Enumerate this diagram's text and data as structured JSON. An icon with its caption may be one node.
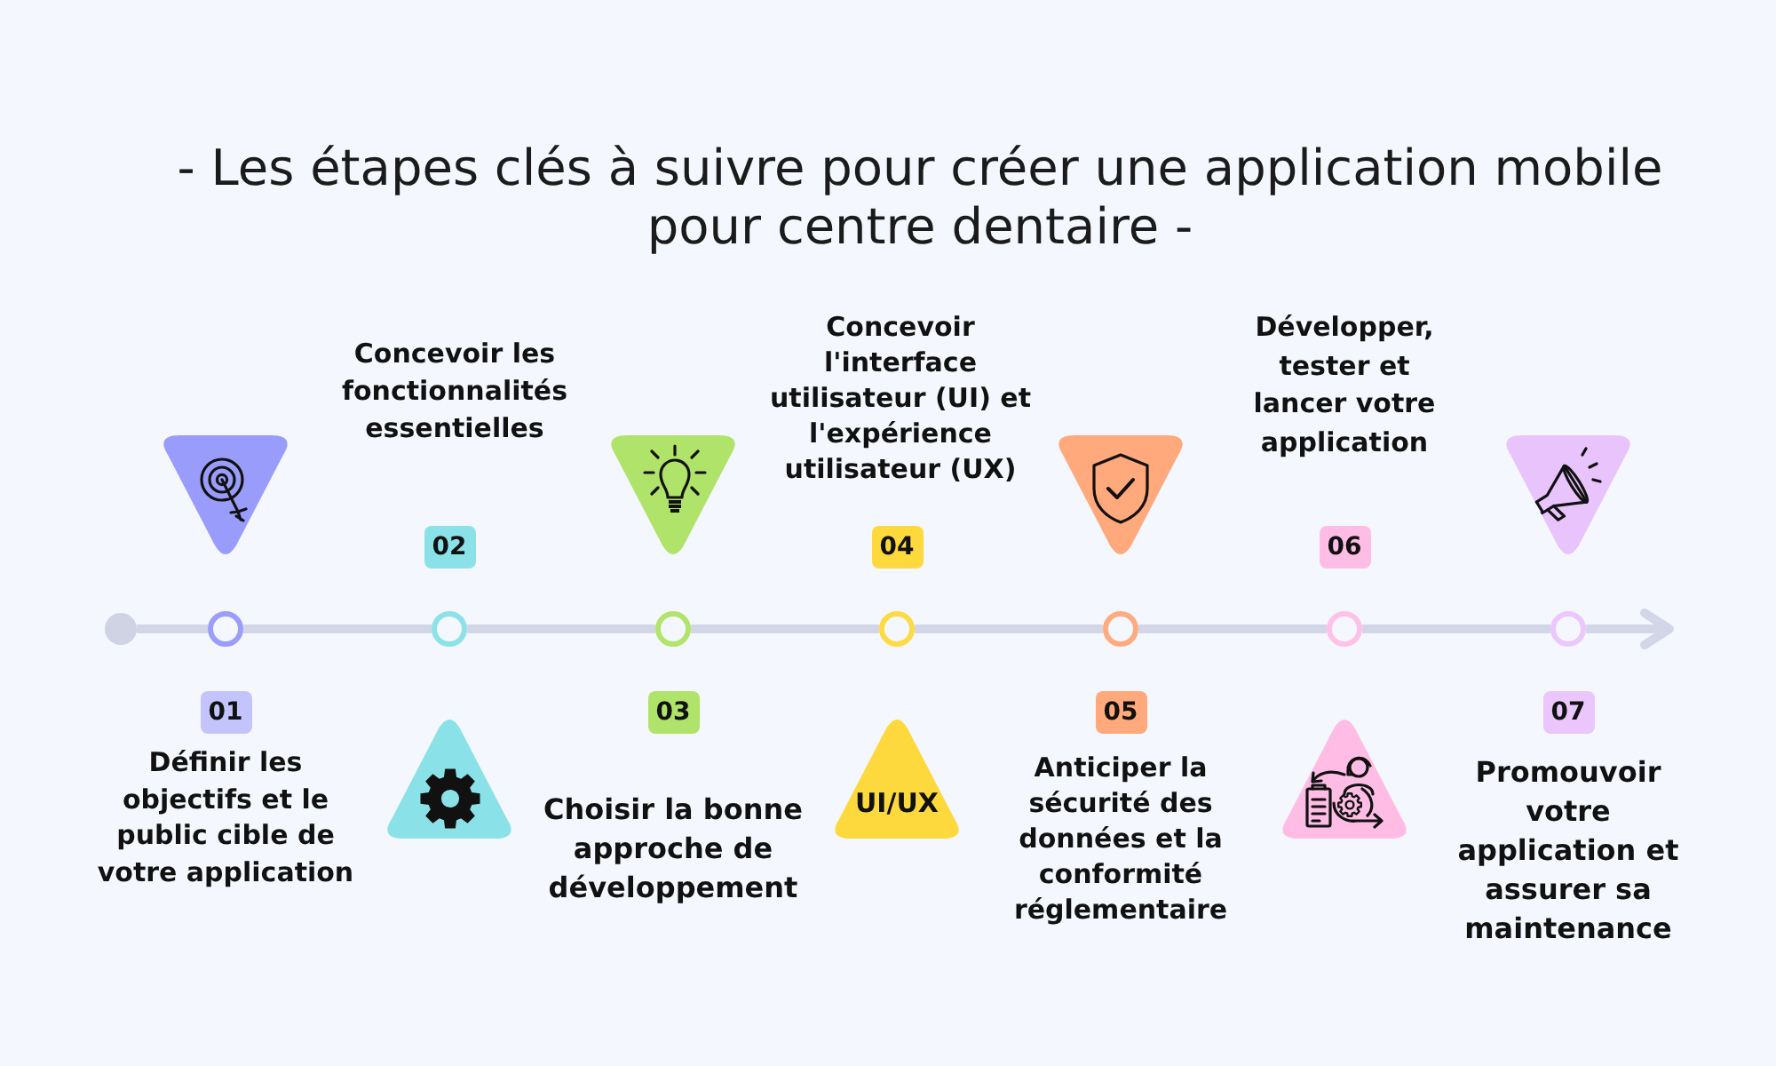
{
  "diagram": {
    "title": "- Les étapes clés à suivre pour créer une application mobile pour centre dentaire -",
    "nodes": [
      {
        "text": [],
        "shape": "circle"
      },
      {
        "text": [],
        "shape": "circle"
      },
      {
        "text": [
          "01"
        ]
      },
      {
        "text": [],
        "shape": "triangle"
      },
      {
        "text": [],
        "shape": "circle"
      },
      {
        "text": [
          "02"
        ]
      },
      {
        "text": [],
        "shape": "triangle"
      },
      {
        "text": [],
        "shape": "circle"
      },
      {
        "text": [
          "03"
        ]
      },
      {
        "text": [],
        "shape": "triangle"
      },
      {
        "text": [],
        "shape": "circle"
      },
      {
        "text": [
          "04"
        ]
      },
      {
        "text": [
          "UI/UX"
        ]
      },
      {
        "text": [],
        "shape": "circle"
      },
      {
        "text": [
          "05"
        ]
      },
      {
        "text": [],
        "shape": "triangle"
      },
      {
        "text": [],
        "shape": "circle"
      },
      {
        "text": [
          "06"
        ]
      },
      {
        "text": [],
        "shape": "triangle"
      },
      {
        "text": [],
        "shape": "circle"
      },
      {
        "text": [
          "07"
        ]
      },
      {
        "text": [],
        "shape": "triangle"
      }
    ],
    "edges": [
      {
        "from": 0,
        "to": 1,
        "arrow": "none"
      },
      {
        "from": 1,
        "to": 4,
        "arrow": "none"
      },
      {
        "from": 4,
        "to": 7,
        "arrow": "none"
      },
      {
        "from": 7,
        "to": 10,
        "arrow": "none"
      },
      {
        "from": 10,
        "to": 13,
        "arrow": "none"
      },
      {
        "from": 13,
        "to": 16,
        "arrow": "none"
      },
      {
        "from": 16,
        "to": 19,
        "arrow": "none"
      },
      {
        "from": 19,
        "to": null,
        "arrow": "to"
      }
    ],
    "labels": [
      "Définir les objectifs et le public cible de votre application",
      "Concevoir les fonctionnalités essentielles",
      "Choisir la bonne approche de développement",
      "Concevoir l'interface utilisateur (UI) et l'expérience utilisateur (UX)",
      "Anticiper la sécurité des données et la conformité réglementaire",
      "Développer, tester et lancer votre application",
      "Promouvoir votre application et assurer sa maintenance"
    ]
  }
}
